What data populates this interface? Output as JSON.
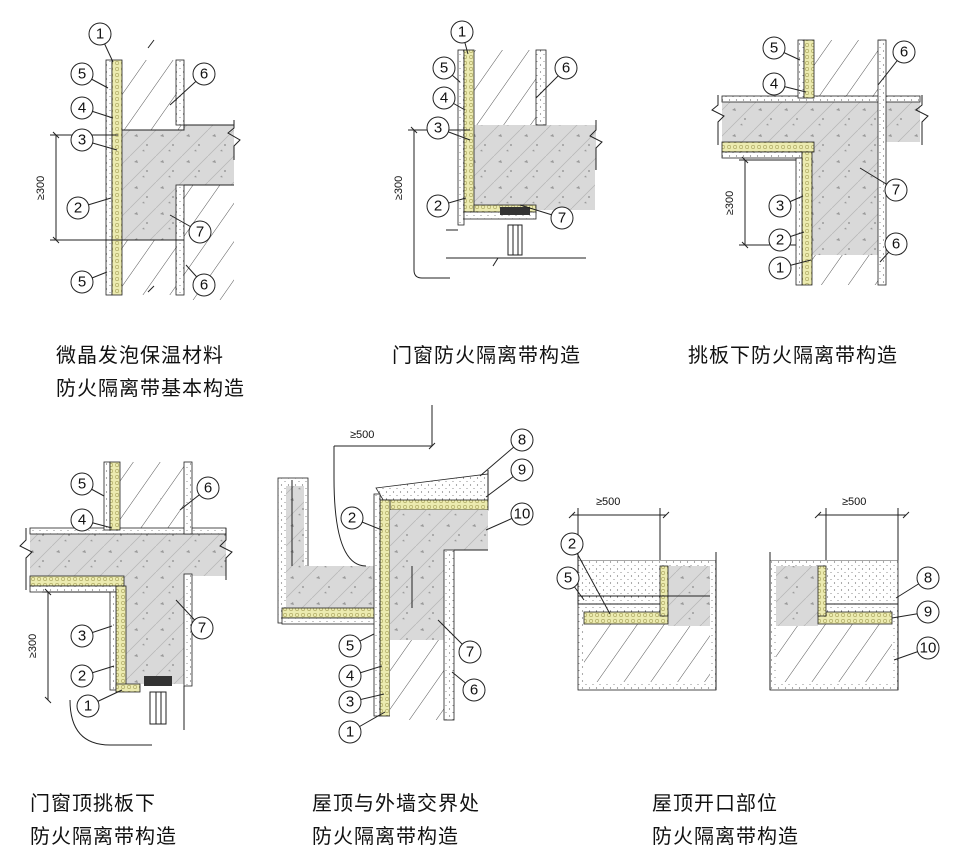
{
  "captions": {
    "d1": [
      "微晶发泡保温材料",
      "防火隔离带基本构造"
    ],
    "d2": [
      "门窗防火隔离带构造"
    ],
    "d3": [
      "挑板下防火隔离带构造"
    ],
    "d4": [
      "门窗顶挑板下",
      "防火隔离带构造"
    ],
    "d5": [
      "屋顶与外墙交界处",
      "防火隔离带构造"
    ],
    "d6": [
      "屋顶开口部位",
      "防火隔离带构造"
    ]
  },
  "dims": {
    "ge300": "≥300",
    "ge500": "≥500"
  },
  "colors": {
    "insulation": "#ecebb0",
    "concrete": "#d8d8d8",
    "mortar": "#ffffff",
    "line": "#222222"
  }
}
